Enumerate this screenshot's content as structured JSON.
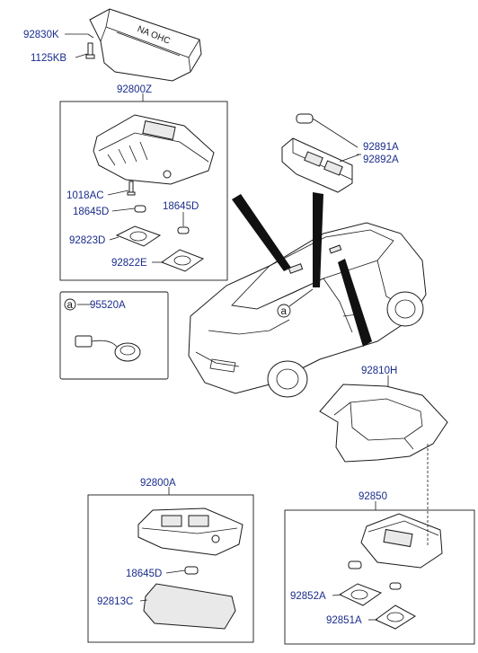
{
  "labels": {
    "l_92830K": "92830K",
    "l_1125KB": "1125KB",
    "l_92800Z": "92800Z",
    "l_1018AC": "1018AC",
    "l_18645D_a": "18645D",
    "l_18645D_b": "18645D",
    "l_92823D": "92823D",
    "l_92822E": "92822E",
    "l_95520A": "95520A",
    "l_92891A": "92891A",
    "l_92892A": "92892A",
    "l_92810H": "92810H",
    "l_92800A": "92800A",
    "l_18645D_c": "18645D",
    "l_92813C": "92813C",
    "l_92850": "92850",
    "l_92852A": "92852A",
    "l_92851A": "92851A"
  },
  "callout_marker": "a",
  "cover_text": "NA OHC"
}
